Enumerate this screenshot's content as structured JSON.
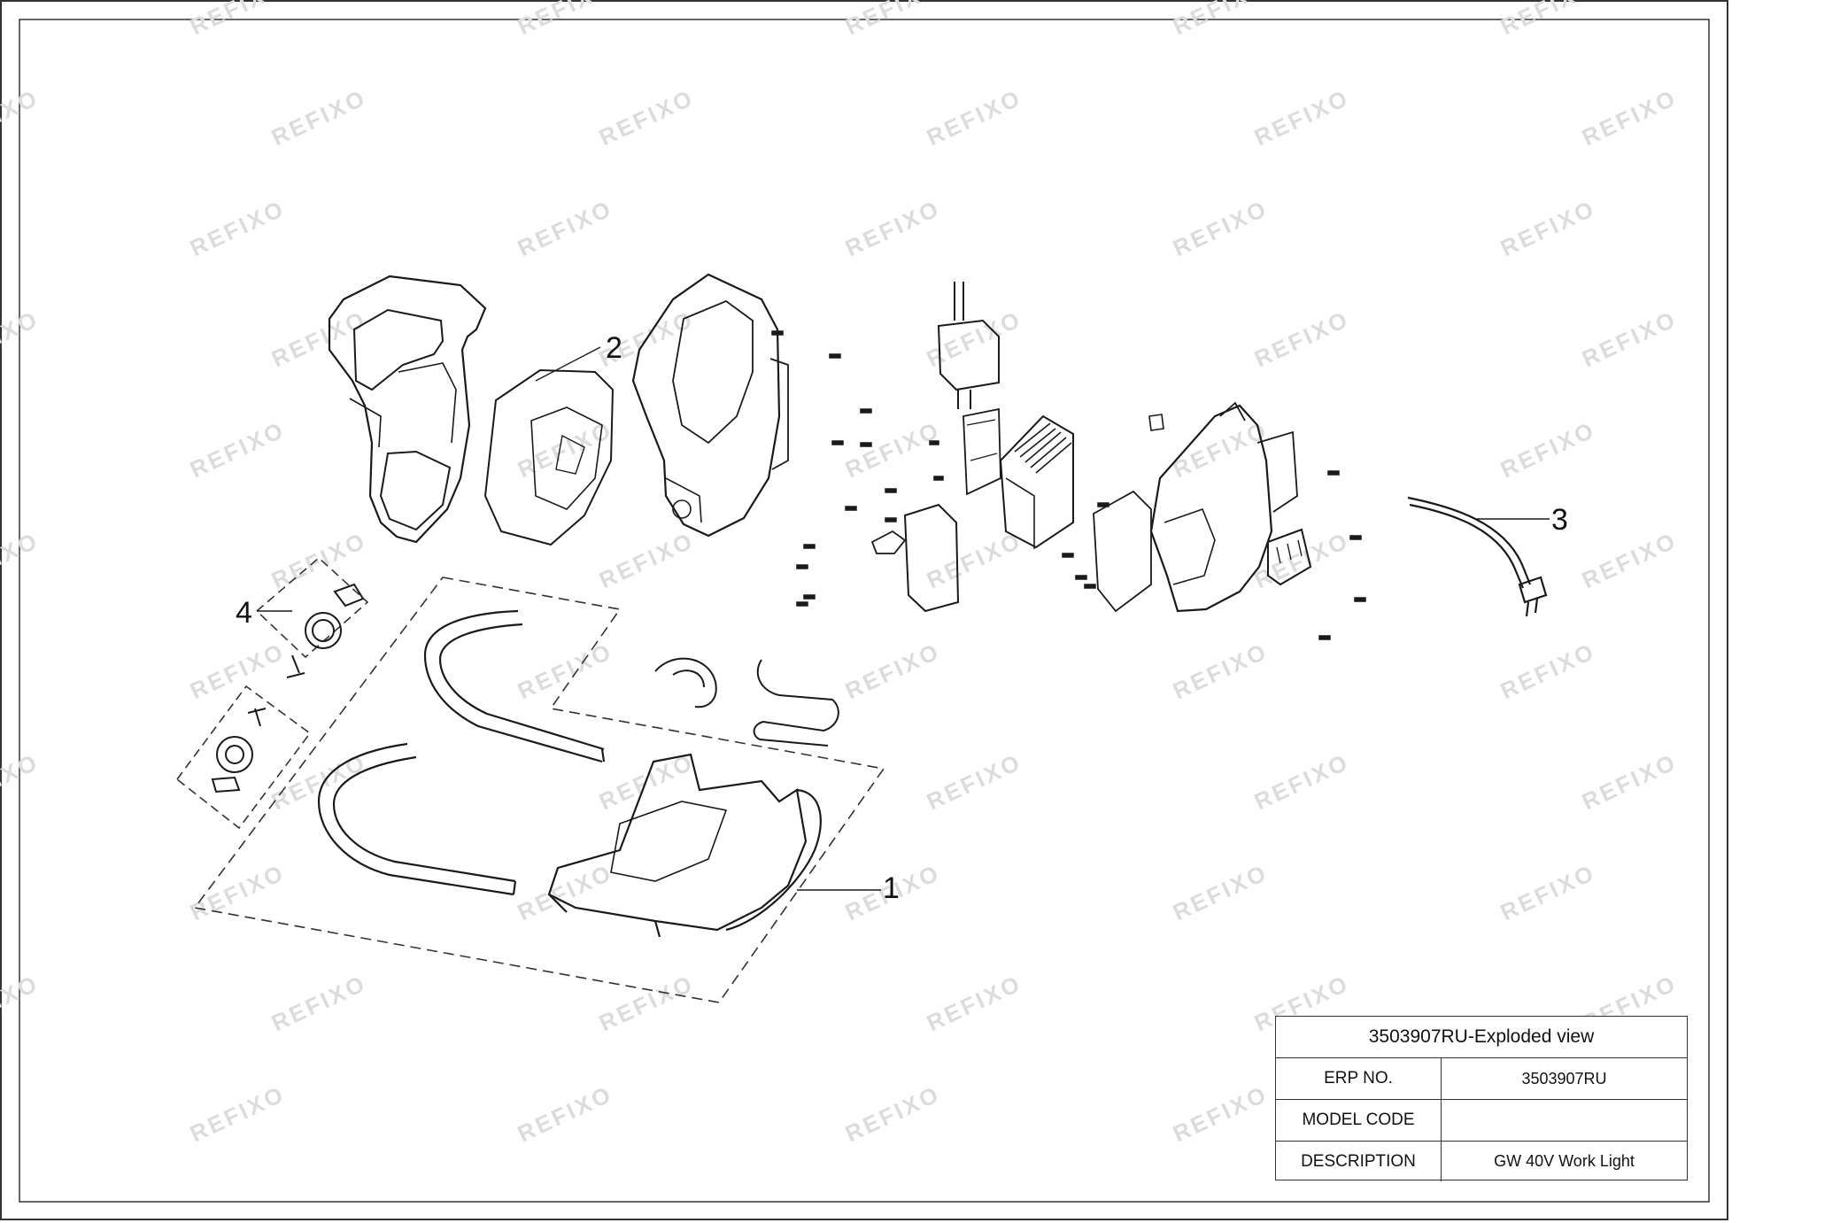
{
  "watermark": "REFIXO",
  "callouts": {
    "frame": "1",
    "housing": "2",
    "cable": "3",
    "knob": "4"
  },
  "title_block": {
    "title": "3503907RU-Exploded view",
    "rows": [
      {
        "label": "ERP NO.",
        "value": "3503907RU"
      },
      {
        "label": "MODEL CODE",
        "value": ""
      },
      {
        "label": "DESCRIPTION",
        "value": "GW 40V Work Light"
      }
    ]
  }
}
